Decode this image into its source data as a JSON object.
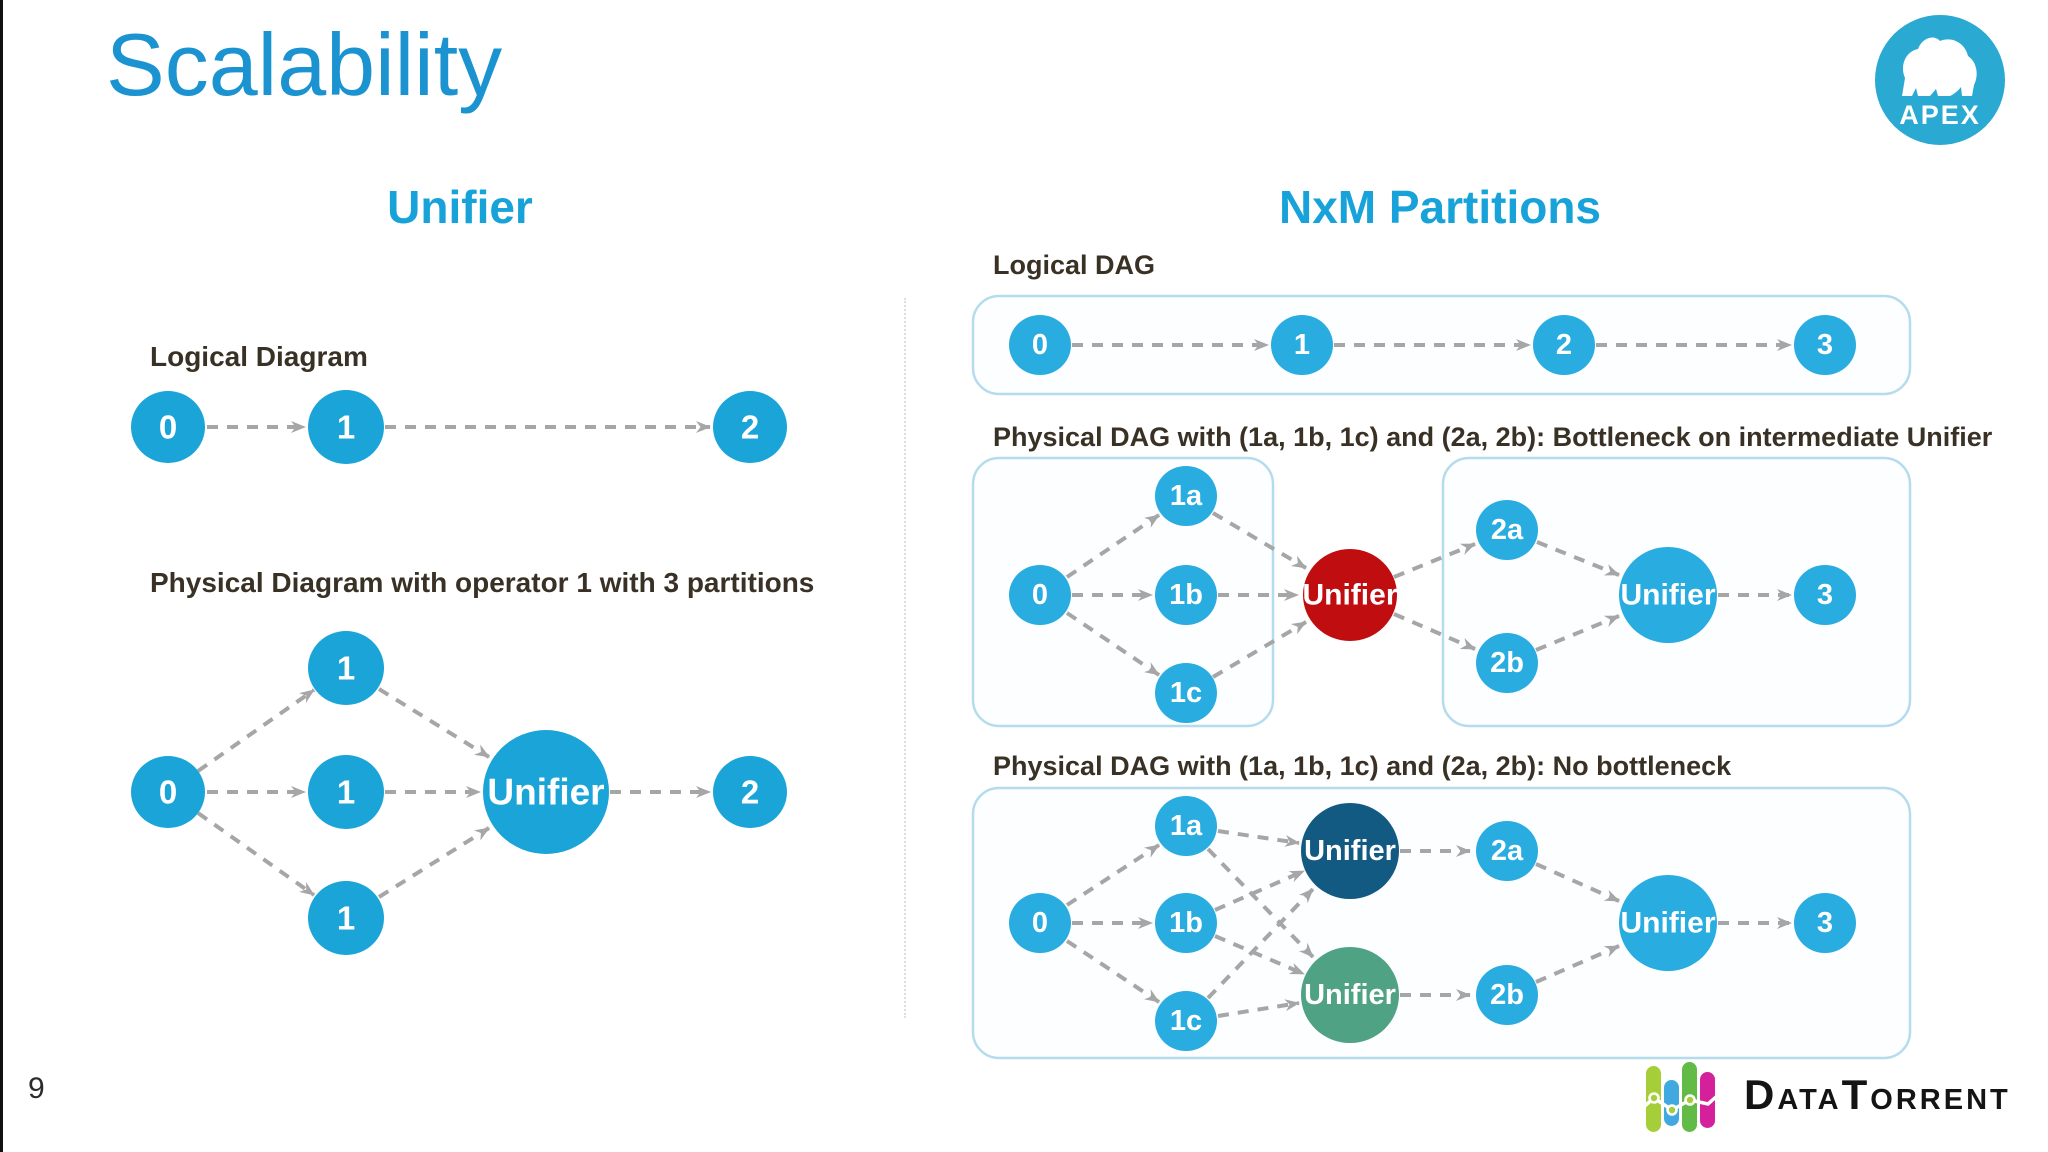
{
  "title": "Scalability",
  "page_number": "9",
  "apex_logo": {
    "label": "APEX"
  },
  "datatorrent_logo": {
    "label": "DataTorrent"
  },
  "colors": {
    "title_blue": "#1b93d0",
    "heading_blue": "#17a3da",
    "node_blue": "#1ba4d8",
    "bottleneck_red": "#c00d10",
    "unifier_dark_blue": "#135a82",
    "unifier_teal": "#50a284",
    "label_dark": "#3a3126",
    "arrow_gray": "#a6a6a6",
    "box_border_blue": "#b5dcec"
  },
  "left": {
    "heading": "Unifier",
    "logical": {
      "label": "Logical Diagram",
      "nodes": [
        "0",
        "1",
        "2"
      ]
    },
    "physical": {
      "label": "Physical Diagram with operator 1 with 3 partitions",
      "source": "0",
      "partitions": [
        "1",
        "1",
        "1"
      ],
      "unifier": "Unifier",
      "sink": "2"
    }
  },
  "right": {
    "heading": "NxM Partitions",
    "logical": {
      "label": "Logical DAG",
      "nodes": [
        "0",
        "1",
        "2",
        "3"
      ]
    },
    "bottleneck": {
      "label": "Physical DAG with (1a, 1b, 1c) and (2a, 2b): Bottleneck on intermediate Unifier",
      "source": "0",
      "stage1": [
        "1a",
        "1b",
        "1c"
      ],
      "unifier": "Unifier",
      "stage2": [
        "2a",
        "2b"
      ],
      "final_unifier": "Unifier",
      "sink": "3"
    },
    "no_bottleneck": {
      "label": "Physical DAG with (1a, 1b, 1c) and (2a, 2b): No bottleneck",
      "source": "0",
      "stage1": [
        "1a",
        "1b",
        "1c"
      ],
      "unifiers": [
        "Unifier",
        "Unifier"
      ],
      "stage2": [
        "2a",
        "2b"
      ],
      "final_unifier": "Unifier",
      "sink": "3"
    }
  }
}
